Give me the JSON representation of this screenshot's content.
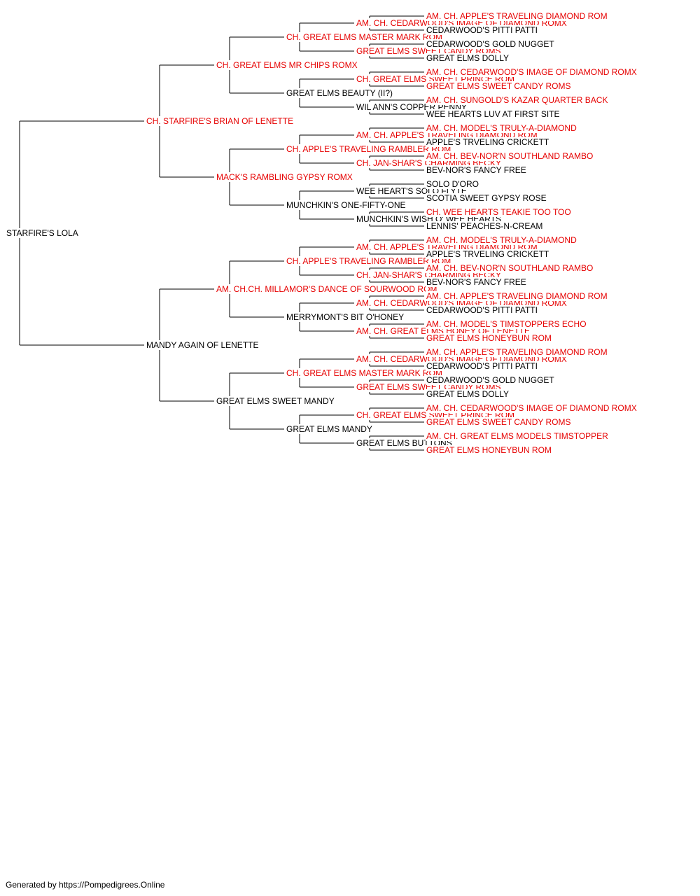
{
  "colors": {
    "champion": "#e60000",
    "normal": "#000000",
    "line": "#000000"
  },
  "subject": {
    "name": "STARFIRE'S LOLA",
    "champion": false
  },
  "generations": [
    [
      {
        "name": "CH. STARFIRE'S BRIAN OF LENETTE",
        "champion": true
      },
      {
        "name": "MANDY AGAIN OF LENETTE",
        "champion": false
      }
    ],
    [
      {
        "name": "CH. GREAT ELMS MR CHIPS ROMX",
        "champion": true
      },
      {
        "name": "MACK'S RAMBLING GYPSY ROMX",
        "champion": true
      },
      {
        "name": "AM. CH.CH. MILLAMOR'S DANCE OF SOURWOOD ROM",
        "champion": true
      },
      {
        "name": "GREAT ELMS SWEET MANDY",
        "champion": false
      }
    ],
    [
      {
        "name": "CH. GREAT ELMS MASTER MARK ROM",
        "champion": true
      },
      {
        "name": "GREAT ELMS BEAUTY (II?)",
        "champion": false
      },
      {
        "name": "CH. APPLE'S TRAVELING RAMBLER ROM",
        "champion": true
      },
      {
        "name": "MUNCHKIN'S ONE-FIFTY-ONE",
        "champion": false
      },
      {
        "name": "CH. APPLE'S TRAVELING RAMBLER ROM",
        "champion": true
      },
      {
        "name": "MERRYMONT'S BIT O'HONEY",
        "champion": false
      },
      {
        "name": "CH. GREAT ELMS MASTER MARK ROM",
        "champion": true
      },
      {
        "name": "GREAT ELMS MANDY",
        "champion": false
      }
    ],
    [
      {
        "name": "AM. CH. CEDARWOOD'S IMAGE OF DIAMOND ROMX",
        "champion": true
      },
      {
        "name": "GREAT ELMS SWEET CANDY ROMS",
        "champion": true
      },
      {
        "name": "CH. GREAT ELMS SWEET PRINCE ROM",
        "champion": true
      },
      {
        "name": "WIL ANN'S COPPER PENNY",
        "champion": false
      },
      {
        "name": "AM. CH. APPLE'S TRAVELING DIAMOND ROM",
        "champion": true
      },
      {
        "name": "CH. JAN-SHAR'S CHARMING BECKY",
        "champion": true
      },
      {
        "name": "WEE HEART'S SOLO FLYTE",
        "champion": false
      },
      {
        "name": "MUNCHKIN'S WISH O' WEE HEARTS",
        "champion": false
      },
      {
        "name": "AM. CH. APPLE'S TRAVELING DIAMOND ROM",
        "champion": true
      },
      {
        "name": "CH. JAN-SHAR'S CHARMING BECKY",
        "champion": true
      },
      {
        "name": "AM. CH. CEDARWOOD'S IMAGE OF DIAMOND ROMX",
        "champion": true
      },
      {
        "name": "AM. CH. GREAT ELMS HONEY OF LENETTE",
        "champion": true
      },
      {
        "name": "AM. CH. CEDARWOOD'S IMAGE OF DIAMOND ROMX",
        "champion": true
      },
      {
        "name": "GREAT ELMS SWEET CANDY ROMS",
        "champion": true
      },
      {
        "name": "CH. GREAT ELMS SWEET PRINCE ROM",
        "champion": true
      },
      {
        "name": "GREAT ELMS BUTTONS",
        "champion": false
      }
    ],
    [
      {
        "name": "AM. CH. APPLE'S TRAVELING DIAMOND ROM",
        "champion": true
      },
      {
        "name": "CEDARWOOD'S PITTI PATTI",
        "champion": false
      },
      {
        "name": "CEDARWOOD'S GOLD NUGGET",
        "champion": false
      },
      {
        "name": "GREAT ELMS DOLLY",
        "champion": false
      },
      {
        "name": "AM. CH. CEDARWOOD'S IMAGE OF DIAMOND ROMX",
        "champion": true
      },
      {
        "name": "GREAT ELMS SWEET CANDY ROMS",
        "champion": true
      },
      {
        "name": "AM. CH. SUNGOLD'S KAZAR QUARTER BACK",
        "champion": true
      },
      {
        "name": "WEE HEARTS LUV AT FIRST SITE",
        "champion": false
      },
      {
        "name": "AM. CH. MODEL'S TRULY-A-DIAMOND",
        "champion": true
      },
      {
        "name": "APPLE'S TRVELING CRICKETT",
        "champion": false
      },
      {
        "name": "AM. CH. BEV-NOR'N SOUTHLAND RAMBO",
        "champion": true
      },
      {
        "name": "BEV-NOR'S FANCY FREE",
        "champion": false
      },
      {
        "name": "SOLO D'ORO",
        "champion": false
      },
      {
        "name": "SCOTIA SWEET GYPSY ROSE",
        "champion": false
      },
      {
        "name": "CH. WEE HEARTS TEAKIE TOO TOO",
        "champion": true
      },
      {
        "name": "LENNIS' PEACHES-N-CREAM",
        "champion": false
      },
      {
        "name": "AM. CH. MODEL'S TRULY-A-DIAMOND",
        "champion": true
      },
      {
        "name": "APPLE'S TRVELING CRICKETT",
        "champion": false
      },
      {
        "name": "AM. CH. BEV-NOR'N SOUTHLAND RAMBO",
        "champion": true
      },
      {
        "name": "BEV-NOR'S FANCY FREE",
        "champion": false
      },
      {
        "name": "AM. CH. APPLE'S TRAVELING DIAMOND ROM",
        "champion": true
      },
      {
        "name": "CEDARWOOD'S PITTI PATTI",
        "champion": false
      },
      {
        "name": "AM. CH. MODEL'S TIMSTOPPERS ECHO",
        "champion": true
      },
      {
        "name": "GREAT ELMS HONEYBUN ROM",
        "champion": true
      },
      {
        "name": "AM. CH. APPLE'S TRAVELING DIAMOND ROM",
        "champion": true
      },
      {
        "name": "CEDARWOOD'S PITTI PATTI",
        "champion": false
      },
      {
        "name": "CEDARWOOD'S GOLD NUGGET",
        "champion": false
      },
      {
        "name": "GREAT ELMS DOLLY",
        "champion": false
      },
      {
        "name": "AM. CH. CEDARWOOD'S IMAGE OF DIAMOND ROMX",
        "champion": true
      },
      {
        "name": "GREAT ELMS SWEET CANDY ROMS",
        "champion": true
      },
      {
        "name": "AM. CH. GREAT ELMS MODELS TIMSTOPPER",
        "champion": true
      },
      {
        "name": "GREAT ELMS HONEYBUN ROM",
        "champion": true
      }
    ]
  ],
  "footer": "Generated by https://Pompedigrees.Online"
}
